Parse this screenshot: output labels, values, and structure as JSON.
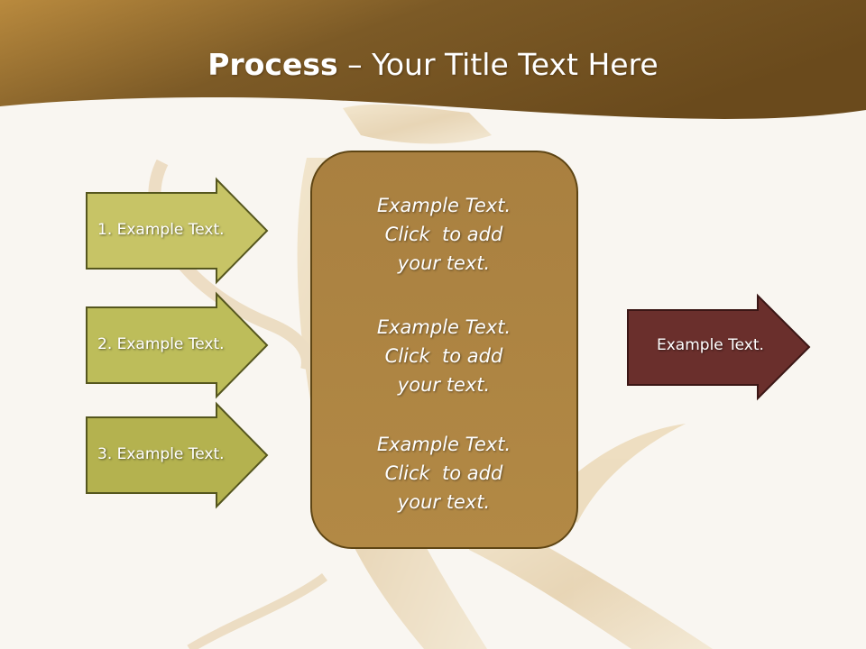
{
  "title": {
    "bold": "Process",
    "rest": " – Your Title Text Here"
  },
  "inputs": [
    {
      "label": "1. Example Text."
    },
    {
      "label": "2. Example Text."
    },
    {
      "label": "3. Example Text."
    }
  ],
  "process_box": {
    "blocks": [
      {
        "line1": "Example Text.",
        "line2": "Click  to add",
        "line3": "your text."
      },
      {
        "line1": "Example Text.",
        "line2": "Click  to add",
        "line3": "your text."
      },
      {
        "line1": "Example Text.",
        "line2": "Click  to add",
        "line3": "your text."
      }
    ]
  },
  "output": {
    "label": "Example Text."
  },
  "colors": {
    "header": "#8a6428",
    "input_arrow_fill": "#b9b855",
    "input_arrow_stroke": "#55561e",
    "box_fill": "#ad8440",
    "box_stroke": "#5e4514",
    "output_arrow_fill": "#6a2f2c",
    "output_arrow_stroke": "#3b1615",
    "background": "#f9f6f1"
  }
}
